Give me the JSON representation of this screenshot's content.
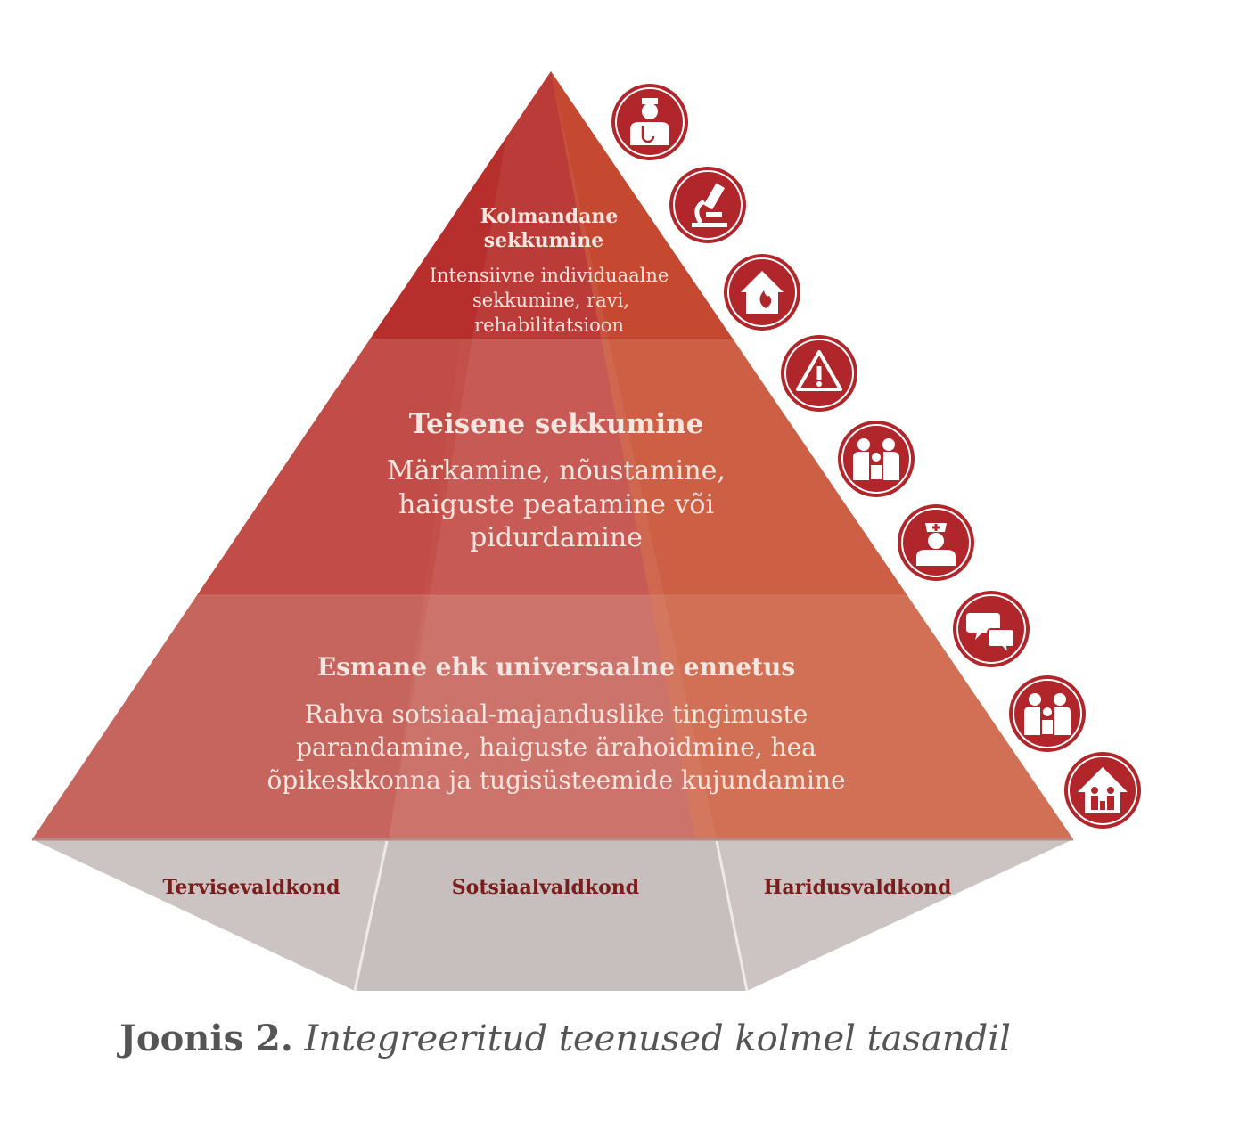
{
  "tiers": {
    "tertiary": {
      "title_line1": "Kolmandane",
      "title_line2": "sekkumine",
      "desc_line1": "Intensiivne individuaalne",
      "desc_line2": "sekkumine, ravi,",
      "desc_line3": "rehabilitatsioon"
    },
    "secondary": {
      "title": "Teisene sekkumine",
      "desc_line1": "Märkamine, nõustamine,",
      "desc_line2": "haiguste peatamine või",
      "desc_line3": "pidurdamine"
    },
    "primary": {
      "title": "Esmane ehk universaalne ennetus",
      "desc_line1": "Rahva sotsiaal-majanduslike tingimuste",
      "desc_line2": "parandamine, haiguste ärahoidmine, hea",
      "desc_line3": "õpikeskkonna ja tugisüsteemide kujundamine"
    }
  },
  "base": {
    "left": "Tervisevaldkond",
    "center": "Sotsiaalvaldkond",
    "right": "Haridusvaldkond"
  },
  "icons": [
    "doctor-icon",
    "microscope-icon",
    "house-fire-icon",
    "warning-icon",
    "family-icon",
    "nurse-icon",
    "chat-bubbles-icon",
    "family-icon",
    "family-home-icon"
  ],
  "colors": {
    "tertiary": "#b5302d",
    "secondary": "#c4504a",
    "primary": "#c66a62",
    "base": "#c9c2c0",
    "icon_bg": "#b0262a",
    "label": "#7a1d1c"
  },
  "caption": {
    "label": "Joonis 2.",
    "text": "Integreeritud teenused kolmel tasandil"
  }
}
